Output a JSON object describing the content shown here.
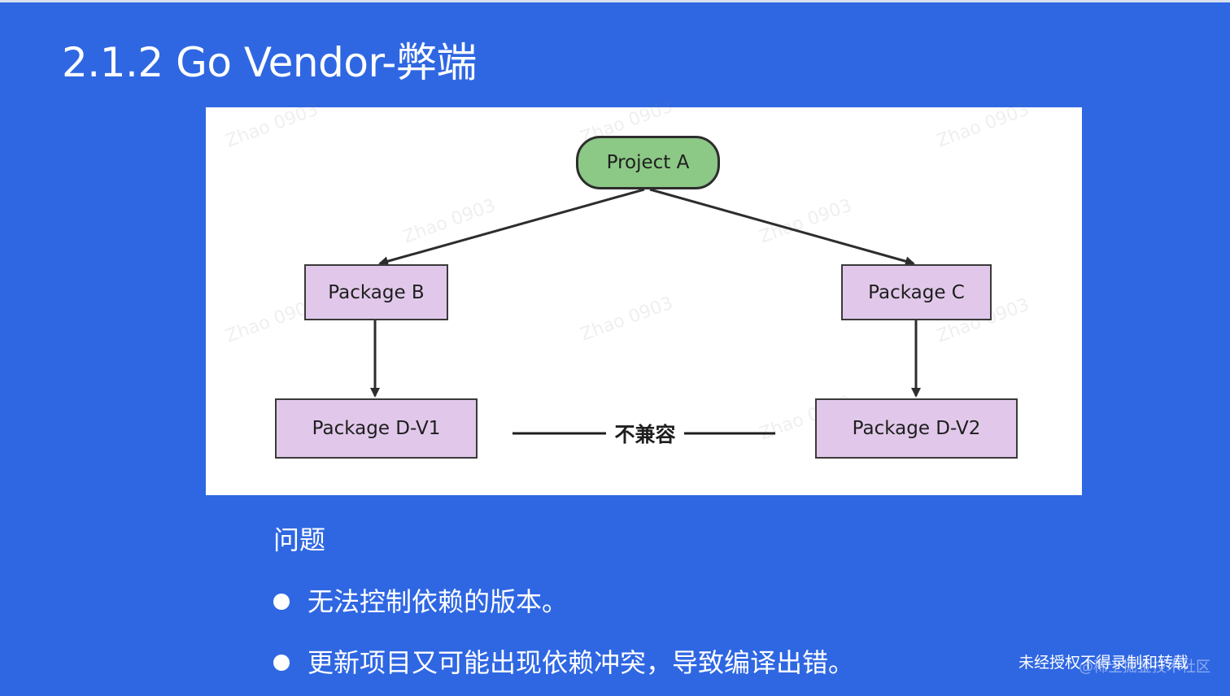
{
  "title": "2.1.2 Go Vendor-弊端",
  "diagram": {
    "nodes": {
      "project_a": "Project A",
      "package_b": "Package B",
      "package_c": "Package C",
      "package_d_v1": "Package D-V1",
      "package_d_v2": "Package D-V2"
    },
    "conflict_label": "不兼容",
    "watermark_text": "Zhao 0903",
    "colors": {
      "project_fill": "#8cc886",
      "package_fill": "#e1c8ea",
      "stroke": "#2d2d2d"
    }
  },
  "problems": {
    "heading": "问题",
    "items": [
      "无法控制依赖的版本。",
      "更新项目又可能出现依赖冲突，导致编译出错。"
    ]
  },
  "footer": {
    "note": "未经授权不得录制和转载",
    "credit": "@稀土掘金技术社区"
  },
  "colors": {
    "slide_background": "#2f67e3",
    "text": "#ffffff"
  }
}
